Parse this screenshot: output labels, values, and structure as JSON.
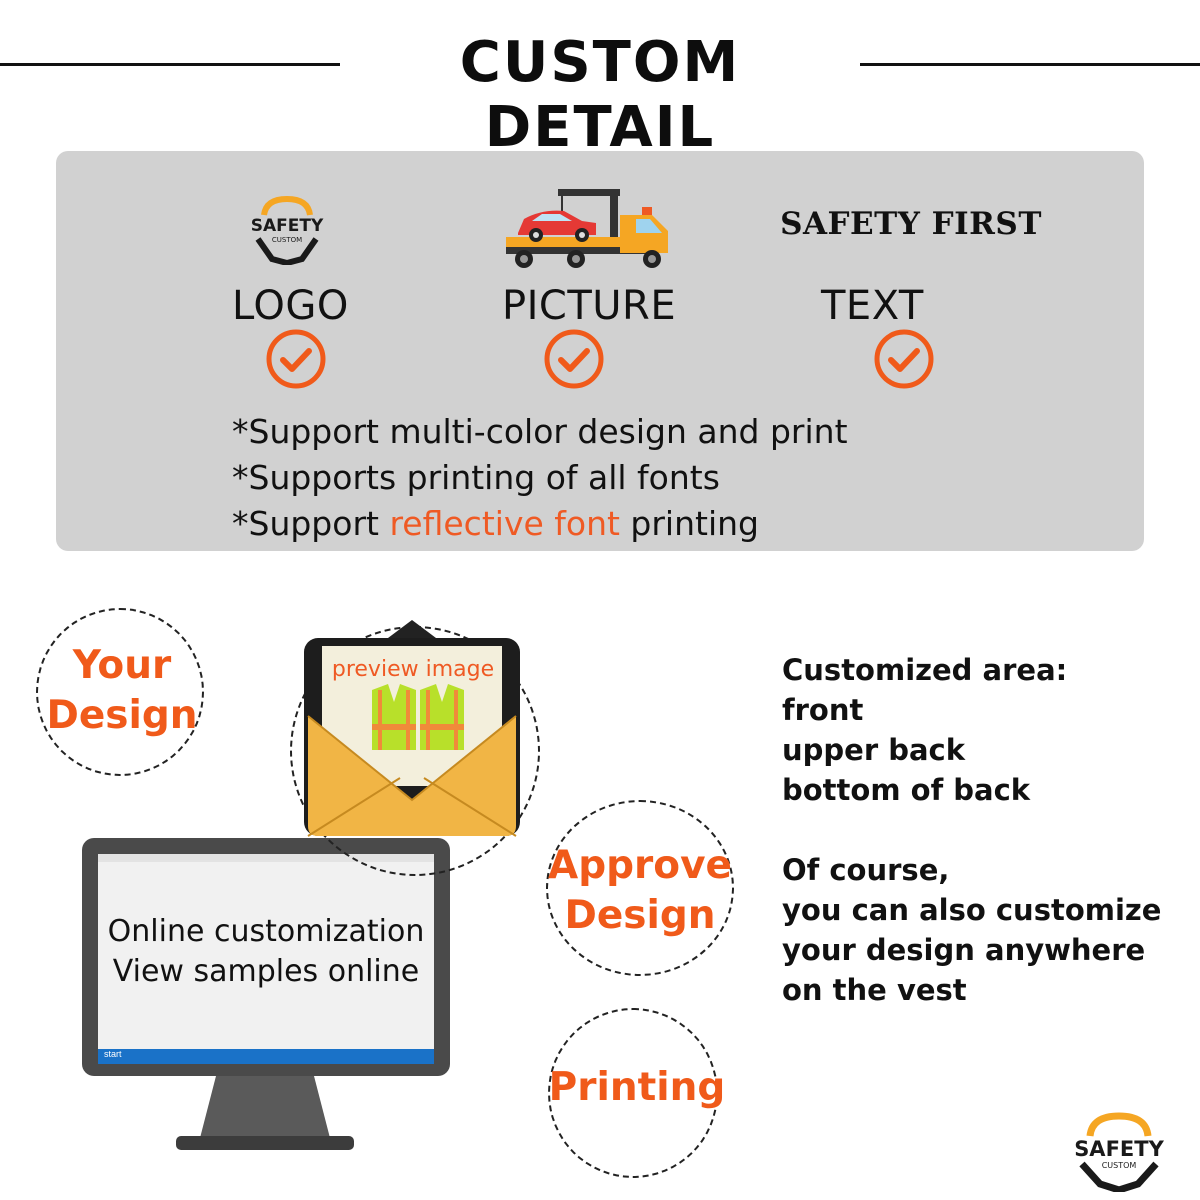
{
  "header": {
    "title": "CUSTOM DETAIL"
  },
  "options": [
    {
      "label": "LOGO"
    },
    {
      "label": "PICTURE"
    },
    {
      "label": "TEXT",
      "sample_text": "SAFETY FIRST"
    }
  ],
  "logo": {
    "brand": "SAFETY",
    "sub": "CUSTOM"
  },
  "features": {
    "line1": "*Support multi-color design and print",
    "line2": "*Supports printing of all fonts",
    "line3_pre": "*Support ",
    "line3_highlight": "reflective font",
    "line3_post": " printing"
  },
  "steps": {
    "your_design_1": "Your",
    "your_design_2": "Design",
    "preview": "preview image",
    "approve_1": "Approve",
    "approve_2": "Design",
    "printing": "Printing"
  },
  "monitor": {
    "line1": "Online customization",
    "line2": "View samples online",
    "start": "start"
  },
  "info": {
    "line1": "Customized area:",
    "line2": "front",
    "line3": "upper back",
    "line4": "bottom of back",
    "line5": "Of course,",
    "line6": "you can also customize",
    "line7": "your design anywhere",
    "line8": "on the vest"
  },
  "colors": {
    "accent": "#f05a1a",
    "panel": "#d1d1d1",
    "logo_gold": "#f5a623"
  }
}
